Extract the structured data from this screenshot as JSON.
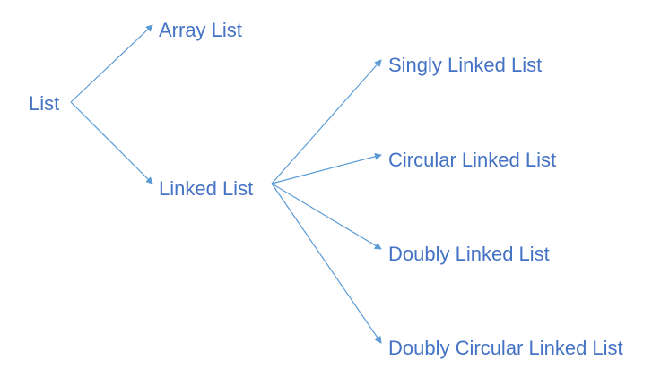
{
  "diagram": {
    "root": {
      "label": "List"
    },
    "level1": [
      {
        "label": "Array List"
      },
      {
        "label": "Linked List"
      }
    ],
    "level2": [
      {
        "label": "Singly Linked List"
      },
      {
        "label": "Circular Linked List"
      },
      {
        "label": "Doubly Linked List"
      },
      {
        "label": "Doubly Circular Linked List"
      }
    ],
    "colors": {
      "text": "#4472C4",
      "edge": "#5B9BD5"
    }
  }
}
